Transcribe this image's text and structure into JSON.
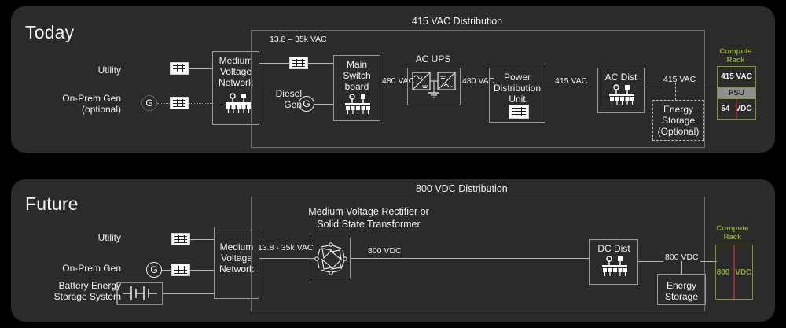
{
  "diagram": {
    "panels": [
      {
        "id": "today",
        "title": "Today",
        "distribution_label": "415 VAC Distribution",
        "sources": [
          {
            "label": "Utility",
            "icon": "transformer-icon"
          },
          {
            "label": "On-Prem Gen\n(optional)",
            "line1": "On-Prem Gen",
            "line2": "(optional)",
            "icon": "generator-icon-optional"
          }
        ],
        "blocks": {
          "mv_network": "Medium\nVoltage\nNetwork",
          "mv_network_l1": "Medium",
          "mv_network_l2": "Voltage",
          "mv_network_l3": "Network",
          "diesel_gen_l1": "Diesel",
          "diesel_gen_l2": "Gen",
          "main_switchboard_l1": "Main",
          "main_switchboard_l2": "Switch",
          "main_switchboard_l3": "board",
          "ac_ups": "AC UPS",
          "pdu_l1": "Power",
          "pdu_l2": "Distribution",
          "pdu_l3": "Unit",
          "ac_dist": "AC Dist",
          "energy_storage_l1": "Energy",
          "energy_storage_l2": "Storage",
          "energy_storage_l3": "(Optional)"
        },
        "wire_labels": {
          "mv_to_msb": "13.8 – 35k VAC",
          "msb_to_ups": "480 VAC",
          "ups_to_pdu": "480 VAC",
          "pdu_to_acdist": "415 VAC",
          "acdist_to_rack": "415 VAC"
        },
        "rack": {
          "title_l1": "Compute",
          "title_l2": "Rack",
          "top_cell": "415 VAC",
          "mid_cell": "PSU",
          "bottom_cell_a": "54",
          "bottom_cell_b": "VDC"
        }
      },
      {
        "id": "future",
        "title": "Future",
        "distribution_label": "800 VDC Distribution",
        "sources": [
          {
            "label": "Utility",
            "icon": "transformer-icon"
          },
          {
            "label": "On-Prem Gen",
            "icon": "generator-icon"
          },
          {
            "label": "Battery Energy\nStorage System",
            "line1": "Battery Energy",
            "line2": "Storage System",
            "icon": "battery-icon"
          }
        ],
        "blocks": {
          "mv_network_l1": "Medium",
          "mv_network_l2": "Voltage",
          "mv_network_l3": "Network",
          "rectifier_l1": "Medium Voltage Rectifier or",
          "rectifier_l2": "Solid State Transformer",
          "dc_dist": "DC Dist",
          "energy_storage_l1": "Energy",
          "energy_storage_l2": "Storage"
        },
        "wire_labels": {
          "mv_to_rect": "13.8 - 35k VAC",
          "rect_to_dcdist": "800 VDC",
          "dcdist_to_rack": "800 VDC"
        },
        "rack": {
          "title_l1": "Compute",
          "title_l2": "Rack",
          "cell_a": "800",
          "cell_b": "VDC"
        }
      }
    ],
    "colors": {
      "background": "#000000",
      "panel": "#2b2b2b",
      "text": "#f2f2f2",
      "wire": "#b5b5b5",
      "rack_accent": "#8aa832",
      "rack_border": "#7d962e",
      "rack_redline": "#9e2c2c",
      "psu_band": "#8f8f8f"
    }
  }
}
